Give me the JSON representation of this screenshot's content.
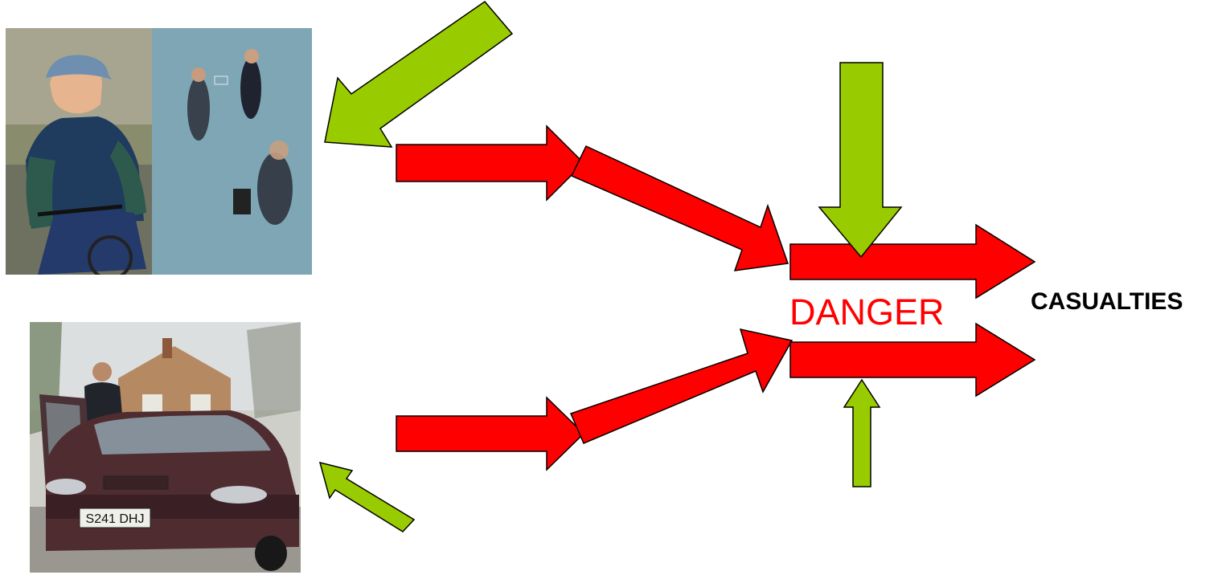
{
  "labels": {
    "danger": "DANGER",
    "casualties": "CASUALTIES"
  },
  "images": {
    "pedestrians": "photo-cyclist-and-pedestrians",
    "car": "photo-driver-and-car",
    "car_plate": "S241 DHJ"
  },
  "colors": {
    "risk_arrow": "#ff0000",
    "mitigation_arrow": "#99cc00",
    "danger_text": "#ff0000",
    "casualties_text": "#000000"
  }
}
